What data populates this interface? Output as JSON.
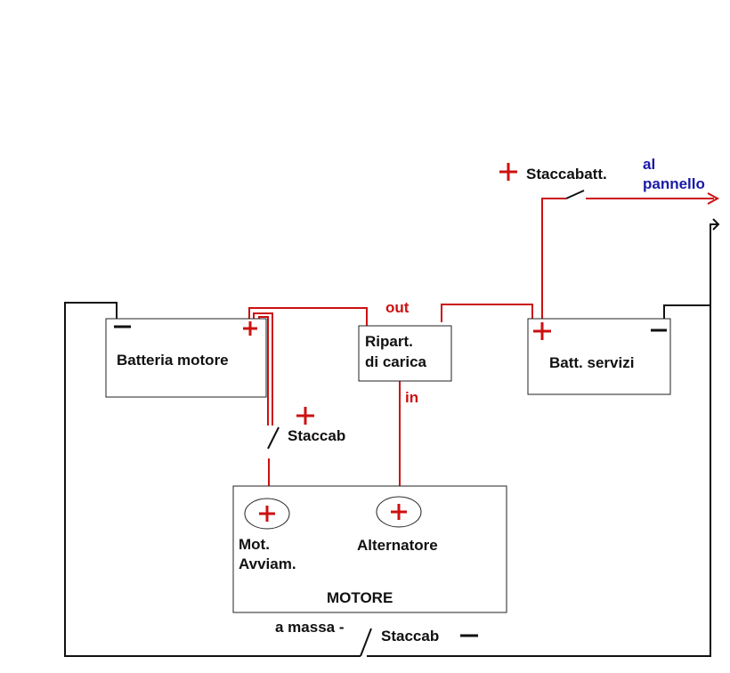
{
  "diagram": {
    "colors": {
      "positive": "#cc1111",
      "ground": "#111111",
      "panel_text": "#1a1aa8"
    },
    "batteria_motore": {
      "label": "Batteria motore",
      "neg": "−",
      "pos": "+"
    },
    "batt_servizi": {
      "label": "Batt. servizi",
      "neg": "−",
      "pos": "+"
    },
    "ripartitore": {
      "line1": "Ripart.",
      "line2": "di carica",
      "out": "out",
      "in": "in"
    },
    "staccabatt": {
      "plus": "+",
      "label": "Staccabatt."
    },
    "panel": {
      "line1": "al",
      "line2": "pannello"
    },
    "staccab_top": {
      "plus": "+",
      "label": "Staccab"
    },
    "motore": {
      "title": "MOTORE",
      "mot_line1": "Mot.",
      "mot_line2": "Avviam.",
      "mot_plus": "+",
      "alt_label": "Alternatore",
      "alt_plus": "+"
    },
    "ground": {
      "a_massa": "a massa -",
      "staccab": "Staccab",
      "minus": "−"
    }
  }
}
